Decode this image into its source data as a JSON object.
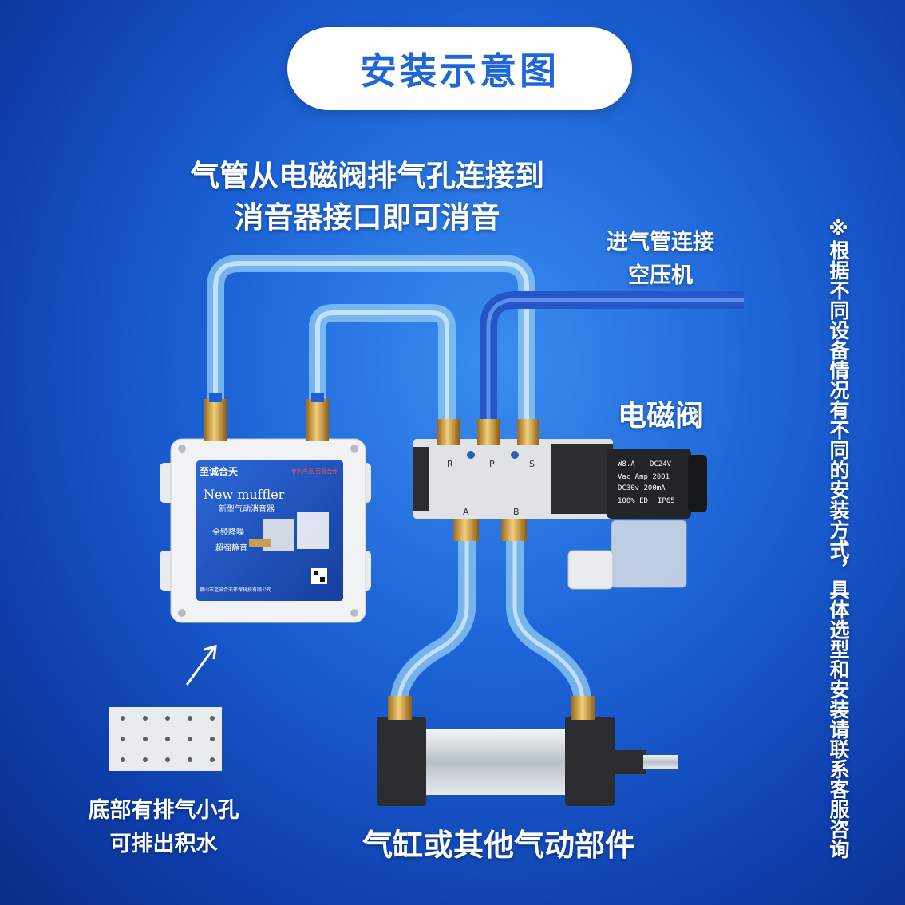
{
  "title": "安装示意图",
  "labels": {
    "top_line1": "气管从电磁阀排气孔连接到",
    "top_line2": "消音器接口即可消音",
    "air_line1": "进气管连接",
    "air_line2": "空压机",
    "valve": "电磁阀",
    "holes_line1": "底部有排气小孔",
    "holes_line2": "可排出积水",
    "cylinder": "气缸或其他气动部件",
    "side_note": "※根据不同设备情况有不同的安装方式，具体选型和安装请联系客服咨询"
  },
  "muffler_box": {
    "brand": "至诚合天",
    "product_en": "New muffler",
    "product_cn": "新型气动消音器",
    "tags": [
      "专利产品 百管合作"
    ],
    "feature_1": "全频降噪",
    "feature_2": "超强静音",
    "company": "佛山市至诚合天环保科技有限公司"
  },
  "valve_ports": {
    "top": [
      "R",
      "P",
      "S"
    ],
    "bottom": [
      "A",
      "B"
    ]
  },
  "coil_text": [
    "W8.A",
    "DC24V",
    "Vac Amp 2001",
    "DC30v 200mA",
    "100% ED",
    "IP65"
  ],
  "colors": {
    "accent": "#1f66d9",
    "tube": "#8cc7f2",
    "inlet_tube": "#2456c7",
    "brass": "#d9a94a"
  }
}
